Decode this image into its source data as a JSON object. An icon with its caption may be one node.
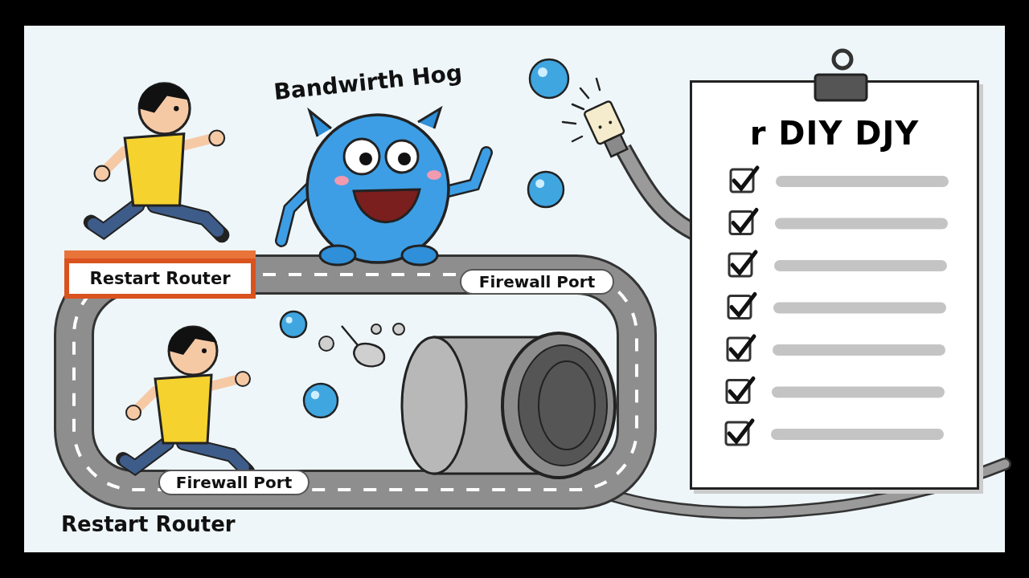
{
  "diagram": {
    "nodes": [
      {
        "text": [
          "Restart Router"
        ]
      },
      {
        "text": [
          "Firewall Port"
        ]
      },
      {
        "text": [
          "Firewall Port"
        ]
      },
      {
        "text": [
          "r DIY DJY"
        ]
      }
    ],
    "labels": [
      "Bandwirth Hog",
      "Restart Router"
    ]
  }
}
